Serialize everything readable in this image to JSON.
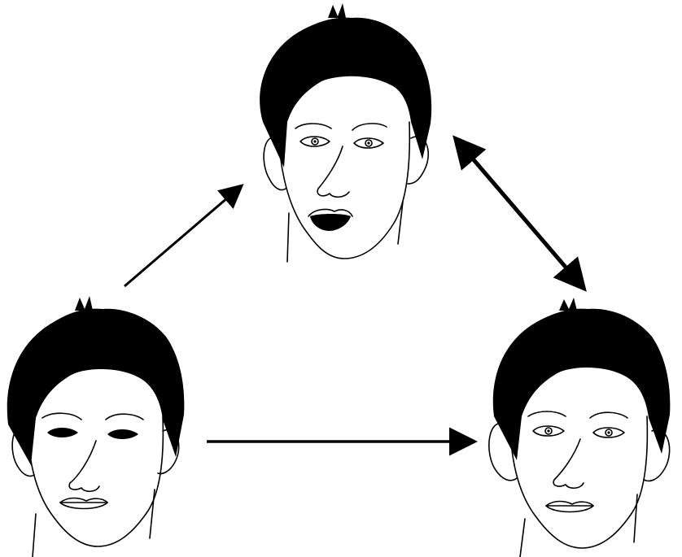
{
  "diagram": {
    "nodes": [
      {
        "id": "top-face",
        "expression": "surprised",
        "eyes": "open-pupils",
        "mouth": "open"
      },
      {
        "id": "left-face",
        "expression": "neutral",
        "eyes": "dark-filled",
        "mouth": "closed"
      },
      {
        "id": "right-face",
        "expression": "neutral",
        "eyes": "open-pupils",
        "mouth": "closed"
      }
    ],
    "edges": [
      {
        "from": "left-face",
        "to": "top-face",
        "direction": "one-way"
      },
      {
        "from": "left-face",
        "to": "right-face",
        "direction": "one-way"
      },
      {
        "from": "top-face",
        "to": "right-face",
        "direction": "two-way"
      }
    ]
  },
  "colors": {
    "ink": "#000000",
    "background": "#ffffff"
  }
}
